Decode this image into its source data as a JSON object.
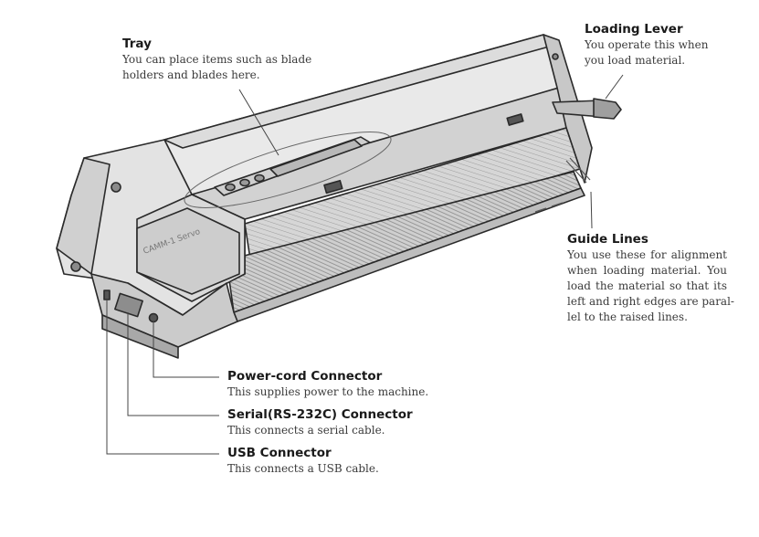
{
  "callouts": {
    "tray": {
      "title": "Tray",
      "desc": [
        "You can place items such as blade",
        "holders and blades here."
      ]
    },
    "loading_lever": {
      "title": "Loading Lever",
      "desc": [
        "You operate this when",
        "you load material."
      ]
    },
    "guide_lines": {
      "title": "Guide Lines",
      "desc": [
        "You use these for alignment",
        "when loading material. You",
        "load the material so that its",
        "left and right edges are paral-",
        "lel to the raised lines."
      ]
    },
    "power_cord": {
      "title": "Power-cord Connector",
      "desc": "This supplies power to the machine."
    },
    "serial": {
      "title": "Serial(RS-232C) Connector",
      "desc": "This connects a serial cable."
    },
    "usb": {
      "title": "USB Connector",
      "desc": "This connects a USB cable."
    }
  },
  "machine": {
    "logo_text": "CAMM-1 Servo"
  },
  "colors": {
    "body_light": "#e6e6e6",
    "body_mid": "#cfcfcf",
    "body_dark": "#9a9a9a",
    "outline": "#2a2a2a",
    "leader": "#444444"
  }
}
